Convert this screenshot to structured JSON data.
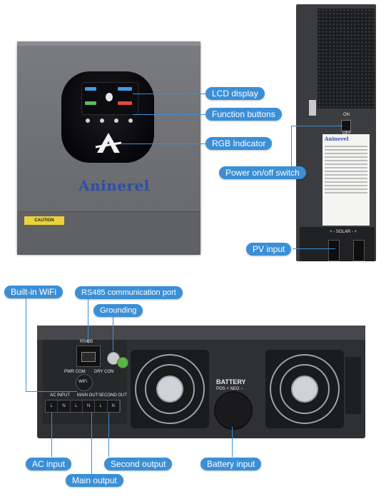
{
  "front_panel": {
    "brand": "Aninerel",
    "caution": "CAUTION"
  },
  "side_panel": {
    "label_brand": "Aninerel",
    "on_label": "ON",
    "off_label": "OFF",
    "solar_label": "+ - SOLAR - +"
  },
  "bottom_panel": {
    "rs485_label": "RS485",
    "wifi_label": "WiFi",
    "terminal_ac_input": "AC INPUT",
    "terminal_main_out": "MAIN OUT",
    "terminal_second_out": "SECOND OUT",
    "terminal_slots": [
      "L",
      "N",
      "L",
      "N",
      "L",
      "N"
    ],
    "battery_label": "BATTERY",
    "battery_polarity": "POS +    NEG −",
    "pwr_com": "PWR COM",
    "dry_label": "DRY CON"
  },
  "callouts": {
    "lcd_display": "LCD display",
    "function_buttons": "Function buttons",
    "rgb_indicator": "RGB Indicator",
    "power_switch": "Power on/off switch",
    "pv_input": "PV input",
    "builtin_wifi": "Built-in WiFi",
    "rs485_port": "RS485 communication port",
    "grounding": "Grounding",
    "ac_input": "AC input",
    "main_output": "Main output",
    "second_output": "Second output",
    "battery_input": "Battery input"
  },
  "colors": {
    "callout": "#3b8fd6",
    "brand": "#2b4fa8",
    "body": "#6c6e72"
  }
}
